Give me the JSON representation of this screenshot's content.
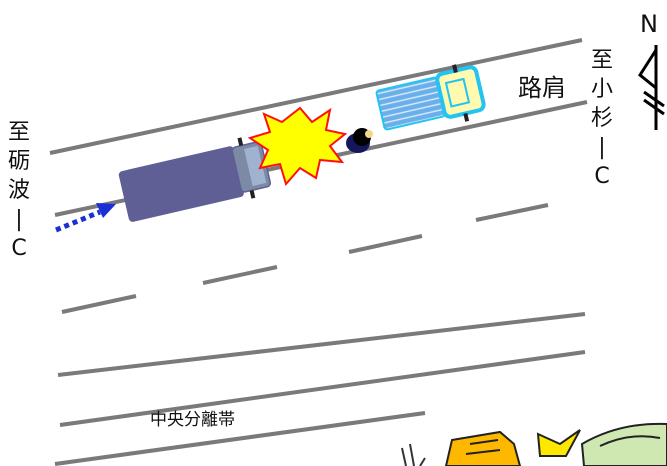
{
  "labels": {
    "to_tonami_ic": [
      "至",
      "砺",
      "波",
      "|",
      "C"
    ],
    "to_kosugi_ic": [
      "至",
      "小",
      "杉",
      "|",
      "C"
    ],
    "shoulder": "路肩",
    "median": "中央分離帯",
    "north": "N"
  },
  "colors": {
    "truck_body": "#5f5f96",
    "truck_cab": "#7c8aa6",
    "car_bed": "#6aaeea",
    "car_cab": "#fffab0",
    "car_outline": "#22c4f0",
    "arrow": "#1a2fd6",
    "explosion_fill": "#ffff00",
    "explosion_stroke": "#ff1010",
    "road_line": "#7a7a7a"
  },
  "icons": {
    "travel_direction": "dotted-arrow-icon",
    "collision": "explosion-icon",
    "person": "person-icon",
    "north": "north-arrow-icon",
    "corner_illustration": "cartoon-illustration"
  }
}
